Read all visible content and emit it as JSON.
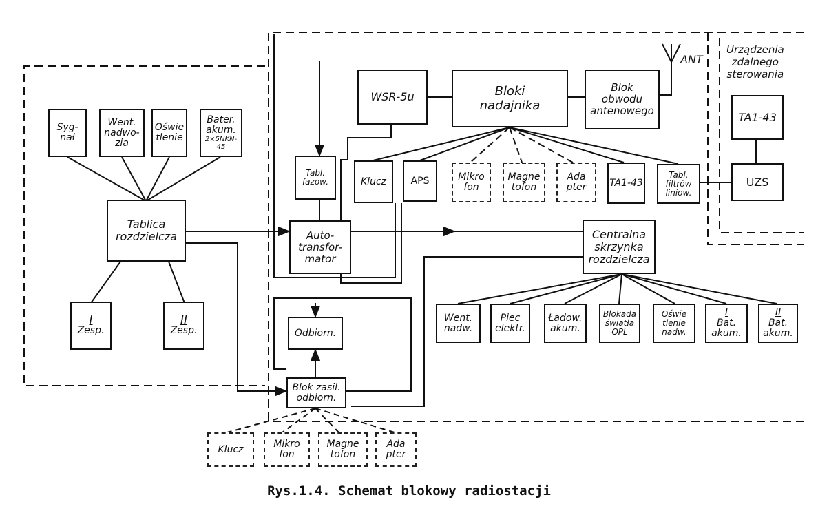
{
  "caption": "Rys.1.4. Schemat blokowy radiostacji",
  "blocks": {
    "sygnal": "Syg-\nnał",
    "went_nadwozia": "Went.\nnadwo-\nzia",
    "oswietlenie_left": "Oświe\ntlenie",
    "bater_akum": "Bater.\nakum.",
    "bater_akum_spec": "2×5NKN-45",
    "tablica_rozdzielcza": "Tablica\nrozdzielcza",
    "zesp_1_num": "I",
    "zesp_1_label": "Zesp.",
    "zesp_2_num": "II",
    "zesp_2_label": "Zesp.",
    "wsr": "WSR-5u",
    "bloki_nadajnika": "Bloki\nnadajnika",
    "blok_obwodu": "Blok\nobwodu\nantenowego",
    "ant": "ANT",
    "urzadzenia": "Urządzenia\nzdalnego\nsterowania",
    "ta_top": "TA1-43",
    "uzs": "UZS",
    "tabl_fazow": "Tabl.\nfazow.",
    "klucz": "Klucz",
    "aps": "APS",
    "mikrofon": "Mikro\nfon",
    "magnetofon": "Magne\ntofon",
    "adapter": "Ada\npter",
    "ta_mid": "TA1-43",
    "tabl_filtrow": "Tabl.\nfiltrów\nliniow.",
    "autotransformator": "Auto-\ntransfor-\nmator",
    "centralna": "Centralna\nskrzynka\nrozdzielcza",
    "odbiorn": "Odbiorn.",
    "blok_zasil": "Blok zasil.\nodbiorn.",
    "went_nadw": "Went.\nnadw.",
    "piec": "Piec\nelektr.",
    "ladow": "Ładow.\nakum.",
    "blokada": "Blokada\nświatła\nOPL",
    "oswietlenie_nadw": "Oświe\ntlenie\nnadw.",
    "bat1_num": "I",
    "bat1": "Bat.\nakum.",
    "bat2_num": "II",
    "bat2": "Bat.\nakum.",
    "bottom_klucz": "Klucz",
    "bottom_mikrofon": "Mikro\nfon",
    "bottom_magnetofon": "Magne\ntofon",
    "bottom_adapter": "Ada\npter"
  }
}
